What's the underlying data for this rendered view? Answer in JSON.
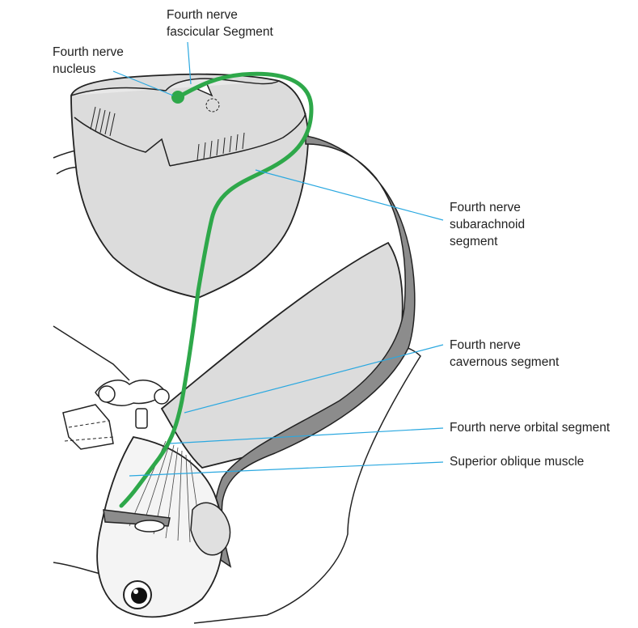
{
  "colors": {
    "nerve": "#2ea84a",
    "leader": "#2aa8e0",
    "tissue_fill": "#dcdcdc",
    "sheath_fill": "#8c8c8c",
    "outline": "#222222"
  },
  "labels": {
    "fascicular": [
      "Fourth nerve",
      "fascicular Segment"
    ],
    "nucleus": [
      "Fourth nerve",
      "nucleus"
    ],
    "subarachnoid": [
      "Fourth nerve",
      "subarachnoid",
      "segment"
    ],
    "cavernous": [
      "Fourth nerve",
      "cavernous segment"
    ],
    "orbital": [
      "Fourth nerve orbital segment"
    ],
    "superior_oblique": [
      "Superior oblique muscle"
    ]
  }
}
